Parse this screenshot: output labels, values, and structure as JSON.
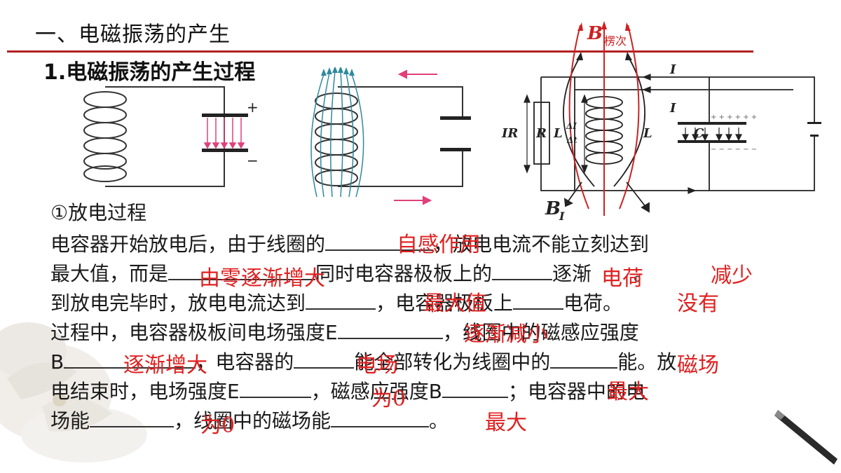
{
  "header": {
    "section_title": "一、电磁振荡的产生",
    "sub_title": "1.电磁振荡的产生过程"
  },
  "figure1": {
    "plus": "+",
    "minus": "−"
  },
  "figure3": {
    "b_lenz": "B",
    "b_lenz_sub": "楞次",
    "b_i": "B",
    "b_i_sub": "I",
    "current_top": "I",
    "current_mid": "I",
    "ir": "IR",
    "r": "R",
    "l_left": "L",
    "di": "ΔI",
    "dt": "Δt",
    "l_right": "L",
    "c": "C",
    "plus_row": "+ + +   + + +",
    "minus_row": "− − −   − − −"
  },
  "text": {
    "heading": "①放电过程",
    "l1a": "电容器开始放电后，由于线圈的",
    "l1b": "，放电电流不能立刻达到",
    "l2a": "最大值，而是",
    "l2b": "同时电容器极板上的",
    "l2c": "逐渐",
    "l2d": "。",
    "l3a": "到放电完毕时，放电电流达到",
    "l3b": "，电容器极板上",
    "l3c": "电荷。",
    "l4a": "过程中，电容器极板间电场强度E",
    "l4b": "，线圈中的磁感应强度",
    "l5a": "B",
    "l5b": "，电容器的",
    "l5c": "能全部转化为线圈中的",
    "l5d": "能。放",
    "l6a": "电结束时，电场强度E",
    "l6b": "，磁感应强度B",
    "l6c": "；电容器中的电",
    "l7a": "场能",
    "l7b": "，线圈中的磁场能",
    "l7c": "。"
  },
  "answers": {
    "a1": "自感作用",
    "a2": "由零逐渐增大",
    "a3": "电荷",
    "a4": "减少",
    "a5": "最大值",
    "a6": "没有",
    "a7": "逐渐减小",
    "a8": "逐渐增大",
    "a9": "电场",
    "a10": "磁场",
    "a11": "为0",
    "a12": "最大",
    "a13": "为0",
    "a14": "最大"
  }
}
